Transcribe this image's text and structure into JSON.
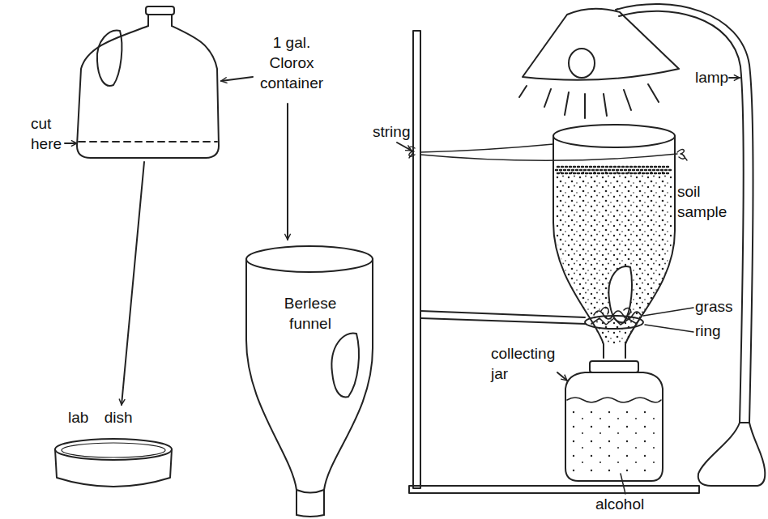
{
  "diagram": {
    "nodes": [
      {
        "text": [
          "Berlese funnel"
        ]
      }
    ],
    "labels": [
      "cut here",
      "1 gal. Clorox container",
      "lab dish",
      "string",
      "lamp",
      "soil sample",
      "grass",
      "ring",
      "collecting jar",
      "alcohol"
    ]
  }
}
